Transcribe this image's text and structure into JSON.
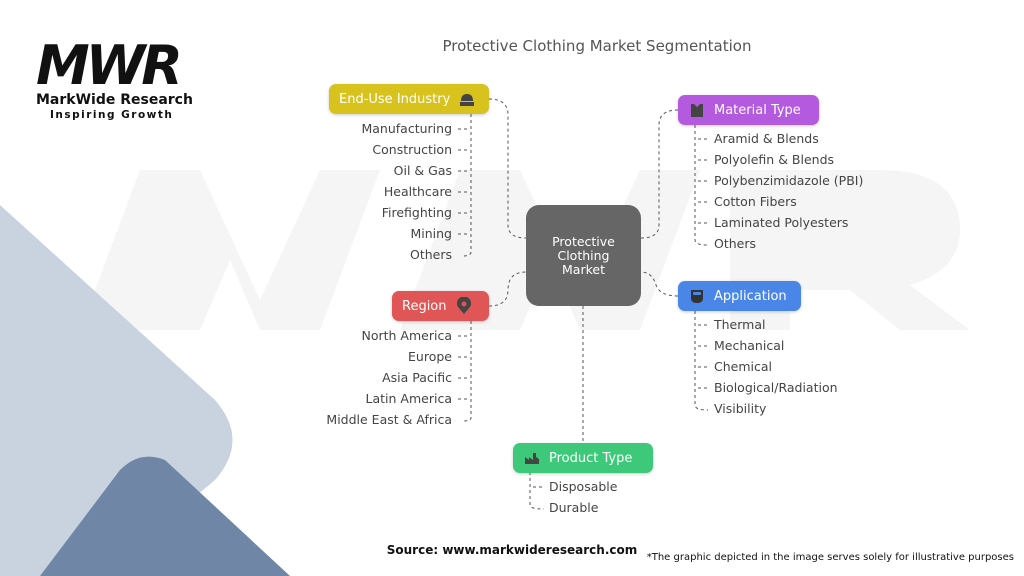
{
  "logo": {
    "mark": "MWR",
    "name": "MarkWide Research",
    "tagline": "Inspiring Growth"
  },
  "title": "Protective Clothing Market Segmentation",
  "center": "Protective Clothing Market",
  "segments": {
    "end_use": {
      "label": "End-Use Industry",
      "icon": "hard-hat-icon",
      "color": "#d8c21e",
      "items": [
        "Manufacturing",
        "Construction",
        "Oil & Gas",
        "Healthcare",
        "Firefighting",
        "Mining",
        "Others"
      ]
    },
    "region": {
      "label": "Region",
      "icon": "location-gear-icon",
      "color": "#e05656",
      "items": [
        "North America",
        "Europe",
        "Asia Pacific",
        "Latin America",
        "Middle East & Africa"
      ]
    },
    "material": {
      "label": "Material Type",
      "icon": "vest-icon",
      "color": "#b45ade",
      "items": [
        "Aramid & Blends",
        "Polyolefin & Blends",
        "Polybenzimidazole (PBI)",
        "Cotton Fibers",
        "Laminated Polyesters",
        "Others"
      ]
    },
    "application": {
      "label": "Application",
      "icon": "face-shield-icon",
      "color": "#4a86e8",
      "items": [
        "Thermal",
        "Mechanical",
        "Chemical",
        "Biological/Radiation",
        "Visibility"
      ]
    },
    "product": {
      "label": "Product Type",
      "icon": "factory-icon",
      "color": "#3ec97a",
      "items": [
        "Disposable",
        "Durable"
      ]
    }
  },
  "footer": {
    "source": "Source: www.markwideresearch.com",
    "disclaimer": "*The graphic depicted in the image serves solely for illustrative purposes"
  }
}
